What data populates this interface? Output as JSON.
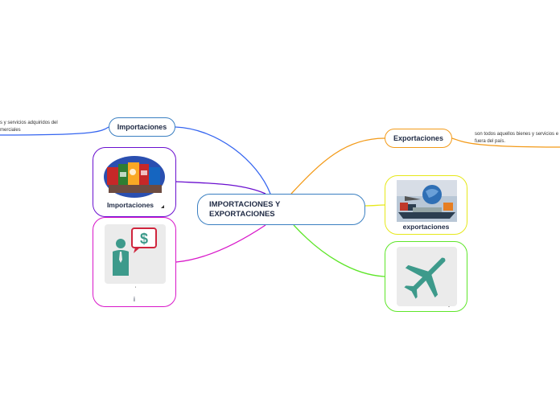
{
  "central": {
    "line1": "IMPORTACIONES Y",
    "line2": "EXPORTACIONES"
  },
  "importaciones": {
    "label": "Importaciones",
    "note_line1": "s y servicios adquiridos del",
    "note_line2": "merciales"
  },
  "exportaciones": {
    "label": "Exportaciones",
    "note_line1": "son todos aquellos bienes y servicios e",
    "note_line2": "fuera del país."
  },
  "image_cards": [
    {
      "caption": "Importaciones",
      "image": "globe-flags-containers-image"
    },
    {
      "caption": "i",
      "image": "person-dollar-speech-icon"
    },
    {
      "caption": "exportaciones",
      "image": "globe-ship-cargo-image"
    },
    {
      "caption": "",
      "image": "airplane-icon"
    }
  ],
  "colors": {
    "central_border": "#3a7fc1",
    "importaciones": "#3a7fc1",
    "importaciones_link": "#3565f0",
    "card_import": "#6a0fcf",
    "card_person": "#d816c9",
    "exportaciones": "#f39a18",
    "card_export": "#e6e81a",
    "card_plane": "#5fe62a",
    "icon_teal": "#3d9a8b"
  }
}
